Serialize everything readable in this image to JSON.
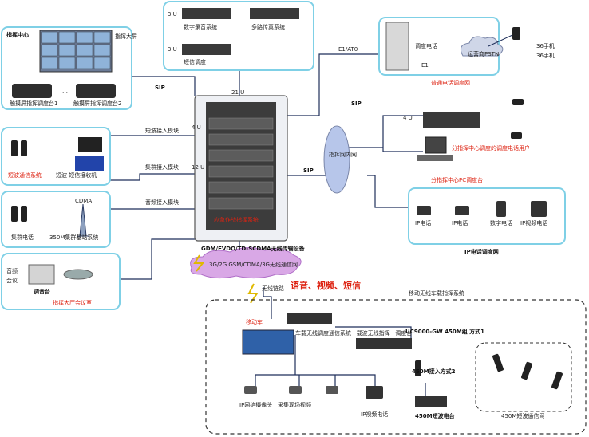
{
  "colors": {
    "panel_border": "#7fd0e6",
    "line": "#1f2f5a",
    "cloud": "#b7c6ea",
    "wireless": "#d9a8e6",
    "red_text": "#dd2211",
    "blue_text": "#1a3fa8"
  },
  "top_left": {
    "title": "指挥中心",
    "sub": "指挥大屏",
    "console1": "触摸屏指挥调度台1",
    "console2": "触摸屏指挥调度台2",
    "dots": "…"
  },
  "top_center": {
    "u3_a": "3 U",
    "u3_b": "3 U",
    "rec": "数字录音系统",
    "fax": "多路传真系统",
    "dispatch": "短信调度"
  },
  "top_right": {
    "tel": "调度电话",
    "pstn_cloud": "运营商PSTN",
    "phone1": "36手机",
    "phone2": "36手机",
    "label": "普通电话调度网",
    "e1": "E1",
    "e1_link": "E1/AT0"
  },
  "center_rack": {
    "u21": "21 U",
    "u4": "4 U",
    "u12": "12 U",
    "name": "应急作战指挥系统",
    "caption": "GDM/EVDO/TD-SCDMA无线传输设备"
  },
  "left_mid": {
    "sms_module": "短波接入模块",
    "trunk_module": "集群接入模块",
    "sms_system": "短波通信系统",
    "sms_station": "短波·短信接收机",
    "trunk_phone": "集群电话",
    "trunk_sys": "350M集群基站系统",
    "tower": "CDMA",
    "audio_module": "音频接入模块"
  },
  "left_bottom": {
    "n1": "音频",
    "n2": "会议",
    "console": "调音台",
    "title": "指挥大厅会议室"
  },
  "wireless_cloud": "3G/2G GSM/CDMA/3G无线通信网",
  "links": {
    "sip": "SIP",
    "sip2": "SIP",
    "sip3": "SIP",
    "wireless_link": "无线链路"
  },
  "private_net": "指挥网内网",
  "right_mid": {
    "u4": "4 U",
    "label1": "分指挥中心调度的调度电话用户",
    "label2": "分指挥中心PC调度台"
  },
  "ip_panel": {
    "p1": "IP电话",
    "p2": "IP电话",
    "p3": "数字电话",
    "p4": "IP视频电话",
    "label": "IP电话调度网"
  },
  "headline": "语音、视频、短信",
  "mobile": {
    "title": "移动无线车载指挥系统",
    "car": "移动车",
    "gateway": "车载无线调度通信系统 · 载波无线指挥 · 调度台",
    "uc": "UC9000-GW 450M组 方式1",
    "r450": "450M接入方式2",
    "radio": "450M短波电台",
    "cam": "IP网络摄像头",
    "collect": "采集现场视频",
    "ipphone": "IP视频电话",
    "radio_group": "450M短波通信网"
  }
}
